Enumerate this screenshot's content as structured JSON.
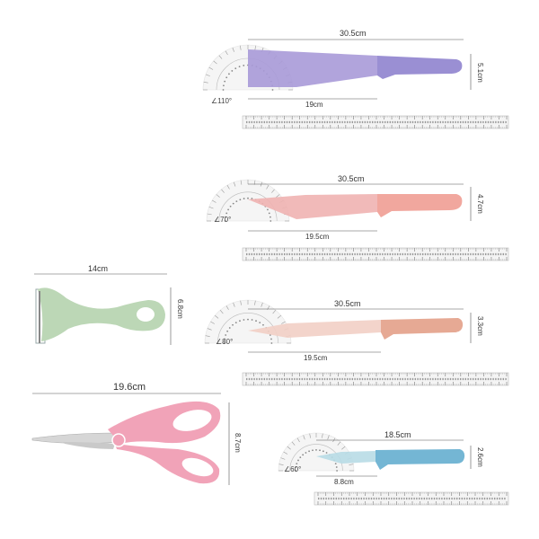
{
  "colors": {
    "purple": "#a99ad8",
    "purple_handle": "#9a8fd3",
    "pink": "#f0b3b1",
    "pink_handle": "#f1a79e",
    "peach": "#f2cfc5",
    "peach_handle": "#e6a994",
    "blue": "#8fc8dc",
    "blue_handle": "#74b6d4",
    "green": "#bcd7b6",
    "scissors_pink": "#f1a3b8"
  },
  "items": {
    "cleaver": {
      "length": "30.5cm",
      "blade_length": "19cm",
      "height": "5.1cm",
      "angle": "∠110°"
    },
    "chef_knife": {
      "length": "30.5cm",
      "blade_length": "19.5cm",
      "height": "4.7cm",
      "angle": "∠70°"
    },
    "bread_knife": {
      "length": "30.5cm",
      "blade_length": "19.5cm",
      "height": "3.3cm",
      "angle": "∠80°"
    },
    "paring_knife": {
      "length": "18.5cm",
      "blade_length": "8.8cm",
      "height": "2.6cm",
      "angle": "∠60°"
    },
    "peeler": {
      "width": "14cm",
      "height": "6.8cm"
    },
    "scissors": {
      "width": "19.6cm",
      "height": "8.7cm"
    }
  }
}
